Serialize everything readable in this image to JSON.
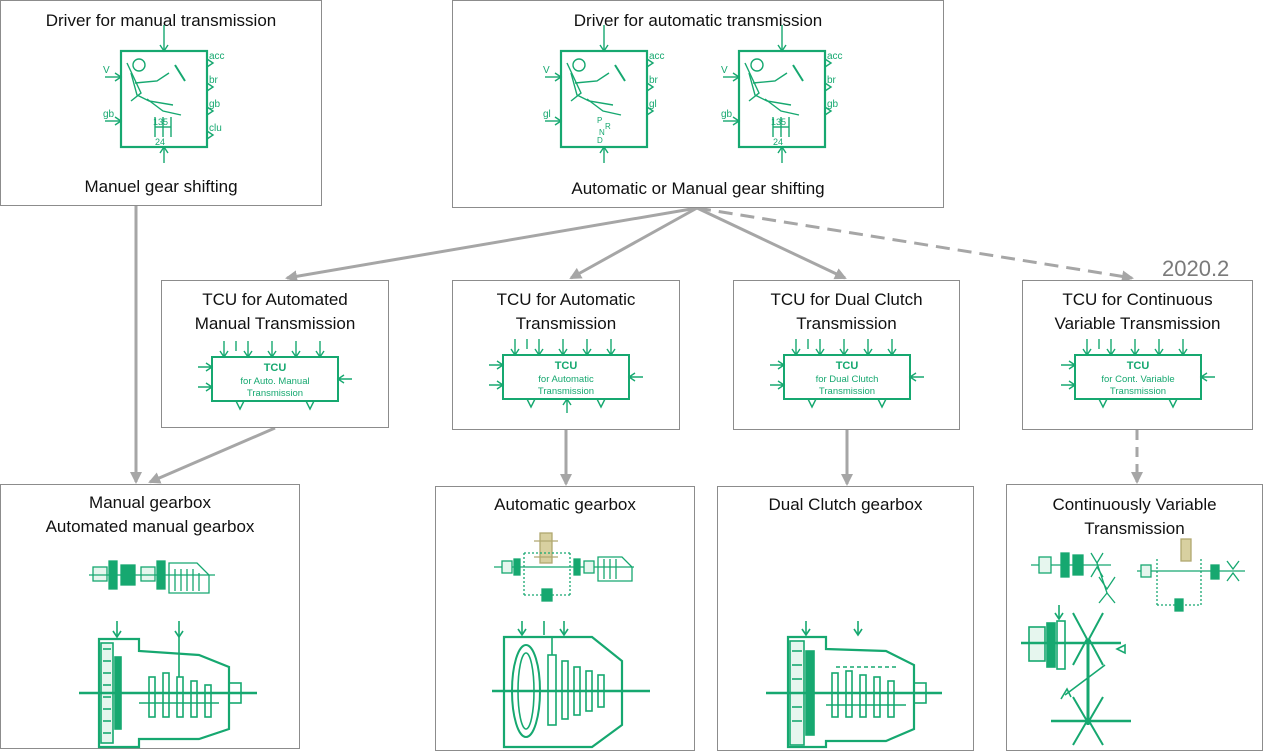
{
  "driver_manual": {
    "title": "Driver for manual transmission",
    "caption": "Manuel gear shifting",
    "ports_in": [
      "V",
      "gb"
    ],
    "ports_out": [
      "acc",
      "br",
      "gb",
      "clu"
    ],
    "shift_pattern": {
      "top": "135",
      "bottom": "24"
    }
  },
  "driver_automatic": {
    "title": "Driver for automatic transmission",
    "caption": "Automatic or Manual gear shifting",
    "auto_block": {
      "ports_in": [
        "V",
        "gl"
      ],
      "ports_out": [
        "acc",
        "br",
        "gl"
      ],
      "selector": [
        "P",
        "R",
        "N",
        "D"
      ]
    },
    "manual_block": {
      "ports_in": [
        "V",
        "gb"
      ],
      "ports_out": [
        "acc",
        "br",
        "gb"
      ],
      "shift_pattern": {
        "top": "135",
        "bottom": "24"
      }
    }
  },
  "version": "2020.2",
  "tcus": [
    {
      "title_line1": "TCU for Automated",
      "title_line2": "Manual Transmission",
      "block": [
        "TCU",
        "for Auto. Manual",
        "Transmission"
      ]
    },
    {
      "title_line1": "TCU for Automatic",
      "title_line2": "Transmission",
      "block": [
        "TCU",
        "for Automatic",
        "Transmission"
      ]
    },
    {
      "title_line1": "TCU for Dual Clutch",
      "title_line2": "Transmission",
      "block": [
        "TCU",
        "for Dual Clutch",
        "Transmission"
      ]
    },
    {
      "title_line1": "TCU for Continuous",
      "title_line2": "Variable Transmission",
      "block": [
        "TCU",
        "for Cont. Variable",
        "Transmission"
      ]
    }
  ],
  "gearboxes": [
    {
      "title_line1": "Manual gearbox",
      "title_line2": "Automated manual gearbox"
    },
    {
      "title_line1": "Automatic gearbox",
      "title_line2": ""
    },
    {
      "title_line1": "Dual Clutch gearbox",
      "title_line2": ""
    },
    {
      "title_line1": "Continuously Variable",
      "title_line2": "Transmission"
    }
  ],
  "colors": {
    "accent": "#16a870",
    "accent_light": "#3cc08a",
    "connector": "#a6a6a6",
    "border": "#8c8c8c",
    "beige": "#d8d0a0"
  }
}
